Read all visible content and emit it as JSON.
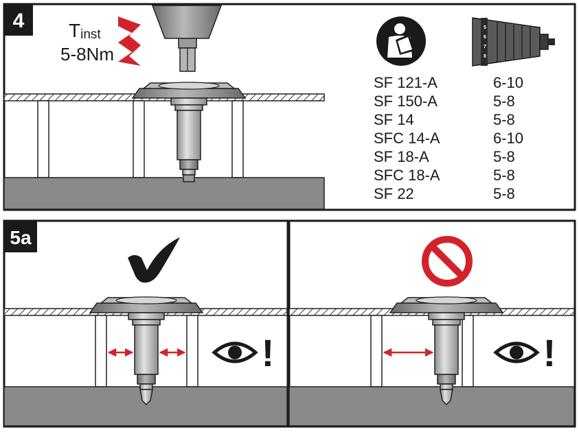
{
  "step4": {
    "label": "4",
    "torque_symbol": "T",
    "torque_subscript": "inst",
    "torque_value": "5-8Nm",
    "table": [
      {
        "model": "SF 121-A",
        "torque": "6-10"
      },
      {
        "model": "SF 150-A",
        "torque": "5-8"
      },
      {
        "model": "SF 14",
        "torque": "5-8"
      },
      {
        "model": "SFC 14-A",
        "torque": "6-10"
      },
      {
        "model": "SF 18-A",
        "torque": "5-8"
      },
      {
        "model": "SFC 18-A",
        "torque": "5-8"
      },
      {
        "model": "SF 22",
        "torque": "5-8"
      }
    ],
    "clutch_scale": [
      "5",
      "6",
      "7",
      "8"
    ]
  },
  "step5a": {
    "label": "5a",
    "correct_panel": {
      "icon": "checkmark-icon",
      "inspect_icon": "eye-icon",
      "warning": "!"
    },
    "incorrect_panel": {
      "icon": "prohibited-icon",
      "inspect_icon": "eye-icon",
      "warning": "!"
    }
  },
  "colors": {
    "accent_red": "#d2232a",
    "ground_gray": "#8a8a8a",
    "frame_black": "#1a1a1a"
  }
}
